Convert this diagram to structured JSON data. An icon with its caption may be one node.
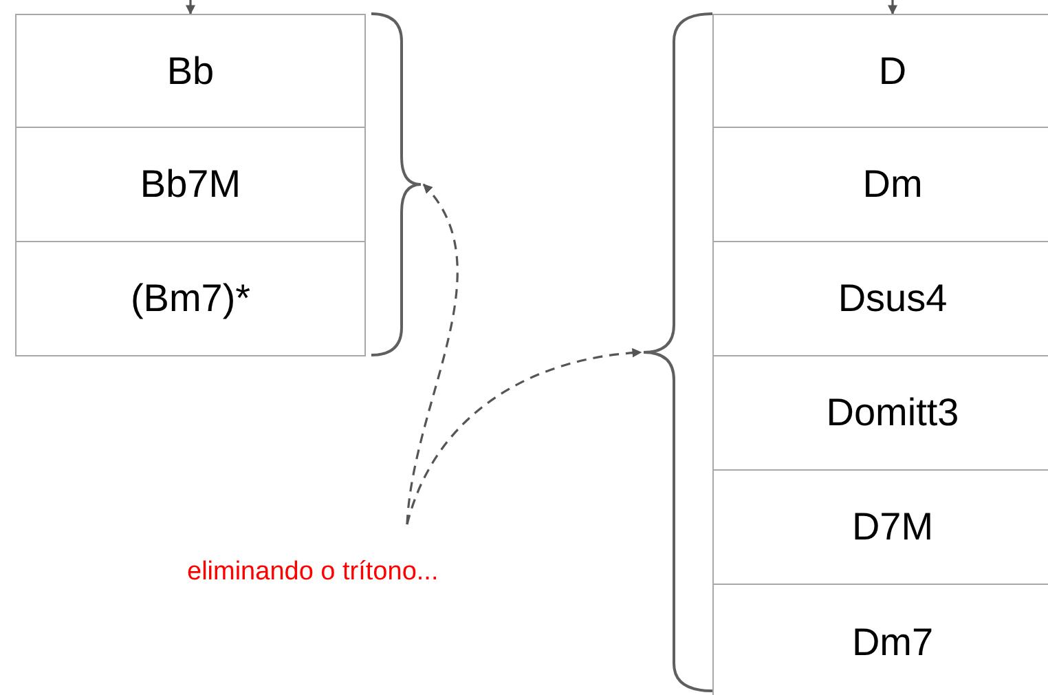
{
  "diagram": {
    "nodes": [
      {
        "text": [
          "Bb"
        ]
      },
      {
        "text": [
          "Bb7M"
        ]
      },
      {
        "text": [
          "(Bm7)*"
        ]
      },
      {
        "text": [
          "D"
        ]
      },
      {
        "text": [
          "Dm"
        ]
      },
      {
        "text": [
          "Dsus4"
        ]
      },
      {
        "text": [
          "Domitt3"
        ]
      },
      {
        "text": [
          "D7M"
        ]
      },
      {
        "text": [
          "Dm7"
        ]
      },
      {
        "text": [],
        "shape": "brace"
      },
      {
        "text": [],
        "shape": "brace"
      }
    ],
    "edges": [
      {
        "from": null,
        "to": 0,
        "arrow": "to"
      },
      {
        "from": null,
        "to": 3,
        "arrow": "to"
      },
      {
        "from": null,
        "to": 9,
        "arrow": "to",
        "style": "dashed"
      },
      {
        "from": null,
        "to": 10,
        "arrow": "to",
        "style": "dashed"
      }
    ],
    "labels": [
      "eliminando o trítono..."
    ]
  }
}
